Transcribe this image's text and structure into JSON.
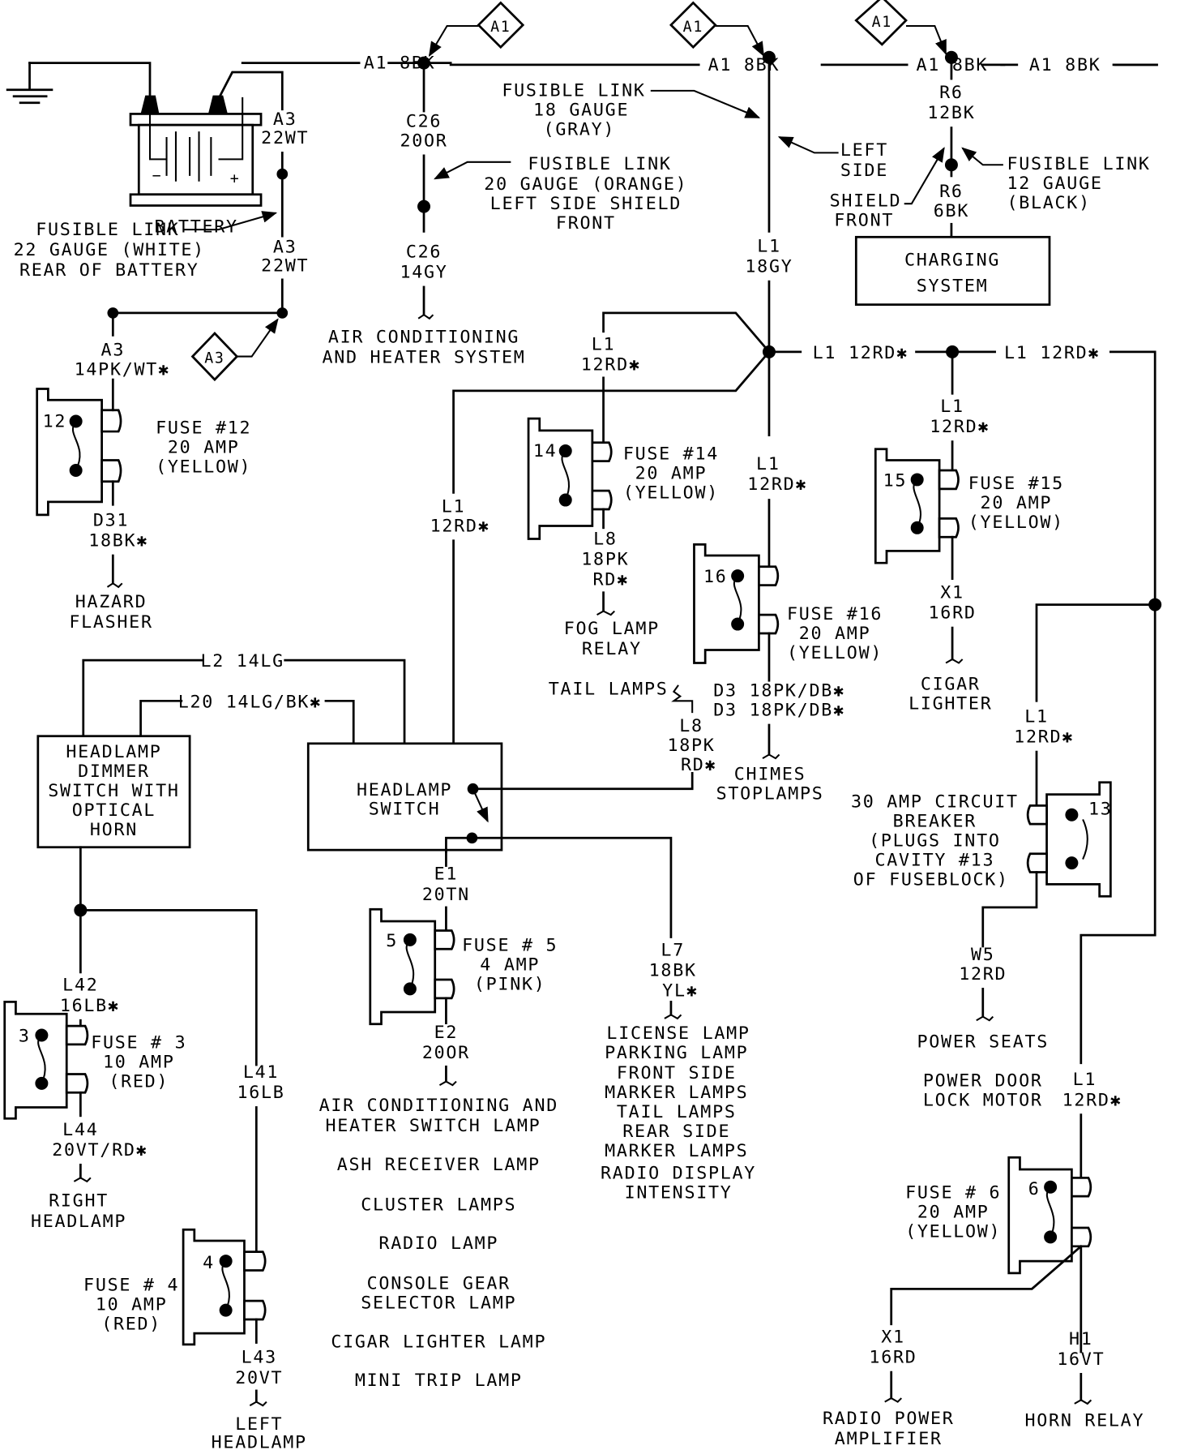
{
  "diagram": {
    "title": "Fuse block power distribution wiring diagram",
    "ground_icon": "ground-symbol",
    "battery": {
      "label": "BATTERY",
      "neg": "−",
      "pos": "+"
    },
    "splice_refs": {
      "a1": "A1",
      "a3": "A3"
    },
    "main_feed": {
      "w1": "A1 8BK",
      "w2": "A1 8BK",
      "w3": "A1 8BK",
      "w4": "A1 8BK"
    },
    "a3_circuit": {
      "top_code": "A3",
      "top_gauge": "22WT",
      "mid_code": "A3",
      "mid_gauge": "22WT",
      "fusible_link": [
        "FUSIBLE LINK",
        "22 GAUGE (WHITE)",
        "REAR OF BATTERY"
      ],
      "out_code": "A3",
      "out_gauge": "14PK/WT✱"
    },
    "c26_circuit": {
      "top_code": "C26",
      "top_gauge": "20OR",
      "bot_code": "C26",
      "bot_gauge": "14GY",
      "fusible_link": [
        "FUSIBLE LINK",
        "20 GAUGE (ORANGE)",
        "LEFT SIDE SHIELD",
        "FRONT"
      ],
      "dest": [
        "AIR CONDITIONING",
        "AND HEATER SYSTEM"
      ]
    },
    "l1_feed": {
      "fusible_link": [
        "FUSIBLE LINK",
        "18 GAUGE",
        "(GRAY)"
      ],
      "left_side": [
        "LEFT",
        "SIDE"
      ],
      "code": "L1",
      "gauge": "18GY"
    },
    "r6_circuit": {
      "top_code": "R6",
      "top_gauge": "12BK",
      "bot_code": "R6",
      "bot_gauge": "6BK",
      "shield_front": [
        "SHIELD",
        "FRONT"
      ],
      "fusible_link": [
        "FUSIBLE LINK",
        "12 GAUGE",
        "(BLACK)"
      ],
      "dest": [
        "CHARGING",
        "SYSTEM"
      ]
    },
    "l1_bus": {
      "right1": "L1 12RD✱",
      "right2": "L1 12RD✱",
      "f14_code": "L1",
      "f14_gauge": "12RD✱",
      "hs_code": "L1",
      "hs_gauge": "12RD✱",
      "f16_code": "L1",
      "f16_gauge": "12RD✱",
      "f15_code": "L1",
      "f15_gauge": "12RD✱",
      "cb_code": "L1",
      "cb_gauge": "12RD✱",
      "f6_code": "L1",
      "f6_gauge": "12RD✱"
    },
    "fuses": [
      {
        "id": "12",
        "label": "FUSE #12",
        "rating": "20 AMP",
        "color": "(YELLOW)",
        "out_code": "D31",
        "out_gauge": "18BK✱",
        "dest": [
          "HAZARD",
          "FLASHER"
        ]
      },
      {
        "id": "14",
        "label": "FUSE #14",
        "rating": "20 AMP",
        "color": "(YELLOW)",
        "out_code": "L8",
        "out_gauge": "18PK",
        "out_gauge2": "RD✱",
        "dest": [
          "FOG LAMP",
          "RELAY"
        ]
      },
      {
        "id": "16",
        "label": "FUSE #16",
        "rating": "20 AMP",
        "color": "(YELLOW)",
        "out_line1": "D3 18PK/DB✱",
        "out_line2": "D3 18PK/DB✱",
        "dest": [
          "CHIMES",
          "STOPLAMPS"
        ]
      },
      {
        "id": "15",
        "label": "FUSE #15",
        "rating": "20 AMP",
        "color": "(YELLOW)",
        "out_code": "X1",
        "out_gauge": "16RD",
        "dest": [
          "CIGAR",
          "LIGHTER"
        ]
      },
      {
        "id": "5",
        "label": "FUSE # 5",
        "rating": "4 AMP",
        "color": "(PINK)",
        "in_code": "E1",
        "in_gauge": "20TN",
        "out_code": "E2",
        "out_gauge": "20OR"
      },
      {
        "id": "3",
        "label": "FUSE # 3",
        "rating": "10 AMP",
        "color": "(RED)",
        "in_code": "L42",
        "in_gauge": "16LB✱",
        "out_code": "L44",
        "out_gauge": "20VT/RD✱",
        "dest": [
          "RIGHT",
          "HEADLAMP"
        ]
      },
      {
        "id": "4",
        "label": "FUSE # 4",
        "rating": "10 AMP",
        "color": "(RED)",
        "in_code": "L41",
        "in_gauge": "16LB",
        "out_code": "L43",
        "out_gauge": "20VT",
        "dest": [
          "LEFT",
          "HEADLAMP"
        ]
      },
      {
        "id": "6",
        "label": "FUSE # 6",
        "rating": "20 AMP",
        "color": "(YELLOW)",
        "out1_code": "X1",
        "out1_gauge": "16RD",
        "out1_dest": [
          "RADIO POWER",
          "AMPLIFIER"
        ],
        "out2_code": "H1",
        "out2_gauge": "16VT",
        "out2_dest": [
          "HORN RELAY"
        ]
      }
    ],
    "circuit_breaker": {
      "id": "13",
      "label": [
        "30 AMP CIRCUIT",
        "BREAKER",
        "(PLUGS INTO",
        "CAVITY #13",
        "OF FUSEBLOCK)"
      ],
      "out_code": "W5",
      "out_gauge": "12RD",
      "dest1": "POWER SEATS",
      "dest2": [
        "POWER DOOR",
        "LOCK MOTOR"
      ]
    },
    "headlamp": {
      "dimmer": [
        "HEADLAMP",
        "DIMMER",
        "SWITCH WITH",
        "OPTICAL",
        "HORN"
      ],
      "switch": [
        "HEADLAMP",
        "SWITCH"
      ],
      "l2": "L2 14LG",
      "l20": "L20 14LG/BK✱",
      "tail_lamps": "TAIL LAMPS",
      "l8_code": "L8",
      "l8_gauge": "18PK",
      "l8_gauge2": "RD✱",
      "l7_code": "L7",
      "l7_gauge": "18BK",
      "l7_gauge2": "YL✱",
      "l7_dest": [
        "LICENSE LAMP",
        "PARKING LAMP",
        "FRONT SIDE",
        "MARKER LAMPS",
        "TAIL LAMPS",
        "REAR SIDE",
        "MARKER LAMPS",
        "RADIO DISPLAY",
        "INTENSITY"
      ],
      "l41_code": "L41",
      "l41_gauge": "16LB"
    },
    "fuse5_dest": [
      [
        "AIR CONDITIONING AND",
        "HEATER SWITCH LAMP"
      ],
      [
        "ASH RECEIVER LAMP"
      ],
      [
        "CLUSTER LAMPS"
      ],
      [
        "RADIO LAMP"
      ],
      [
        "CONSOLE GEAR",
        "SELECTOR LAMP"
      ],
      [
        "CIGAR LIGHTER LAMP"
      ],
      [
        "MINI TRIP LAMP"
      ]
    ]
  }
}
